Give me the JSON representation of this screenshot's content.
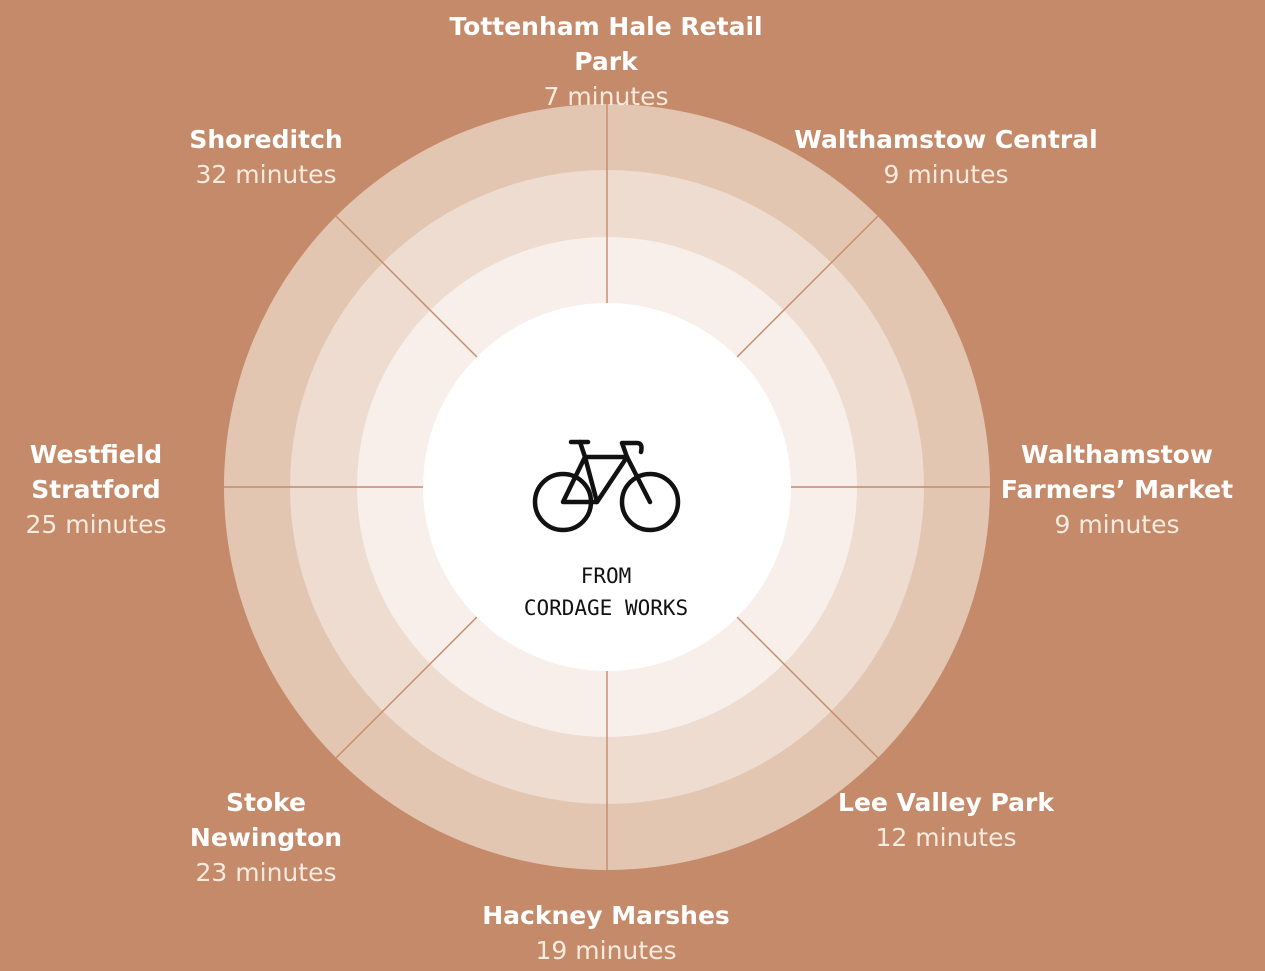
{
  "center": {
    "line1": "FROM",
    "line2": "CORDAGE WORKS",
    "icon": "bicycle-icon"
  },
  "colors": {
    "background": "#c58a69",
    "ring_outer": "#e2c6b2",
    "ring_middle": "#eddccf",
    "ring_inner": "#f8efea",
    "center": "#ffffff",
    "divider": "#c58a69"
  },
  "destinations": [
    {
      "name": "Tottenham Hale Retail Park",
      "time": "7 minutes"
    },
    {
      "name": "Walthamstow Central",
      "time": "9 minutes"
    },
    {
      "name": "Walthamstow\nFarmers’ Market",
      "time": "9 minutes"
    },
    {
      "name": "Lee Valley Park",
      "time": "12 minutes"
    },
    {
      "name": "Hackney Marshes",
      "time": "19 minutes"
    },
    {
      "name": "Stoke\nNewington",
      "time": "23 minutes"
    },
    {
      "name": "Westfield\nStratford",
      "time": "25 minutes"
    },
    {
      "name": "Shoreditch",
      "time": "32 minutes"
    }
  ]
}
